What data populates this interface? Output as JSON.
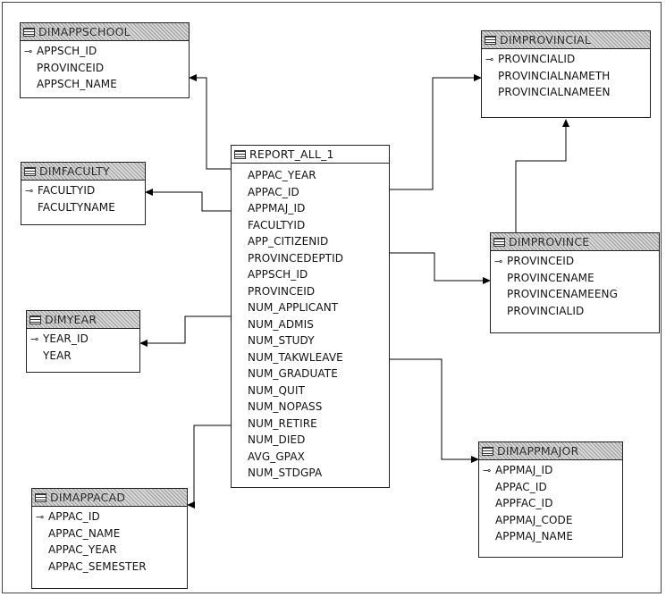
{
  "tables": {
    "dimappschool": {
      "title": "DIMAPPSCHOOL",
      "fields": [
        {
          "name": "APPSCH_ID",
          "key": true
        },
        {
          "name": "PROVINCEID",
          "key": false
        },
        {
          "name": "APPSCH_NAME",
          "key": false
        }
      ]
    },
    "dimprovincial": {
      "title": "DIMPROVINCIAL",
      "fields": [
        {
          "name": "PROVINCIALID",
          "key": true
        },
        {
          "name": "PROVINCIALNAMETH",
          "key": false
        },
        {
          "name": "PROVINCIALNAMEEN",
          "key": false
        }
      ]
    },
    "dimfaculty": {
      "title": "DIMFACULTY",
      "fields": [
        {
          "name": "FACULTYID",
          "key": true
        },
        {
          "name": "FACULTYNAME",
          "key": false
        }
      ]
    },
    "report_all_1": {
      "title": "REPORT_ALL_1",
      "fields": [
        {
          "name": "APPAC_YEAR",
          "key": false
        },
        {
          "name": "APPAC_ID",
          "key": false
        },
        {
          "name": "APPMAJ_ID",
          "key": false
        },
        {
          "name": "FACULTYID",
          "key": false
        },
        {
          "name": "APP_CITIZENID",
          "key": false
        },
        {
          "name": "PROVINCEDEPTID",
          "key": false
        },
        {
          "name": "APPSCH_ID",
          "key": false
        },
        {
          "name": "PROVINCEID",
          "key": false
        },
        {
          "name": "NUM_APPLICANT",
          "key": false
        },
        {
          "name": "NUM_ADMIS",
          "key": false
        },
        {
          "name": "NUM_STUDY",
          "key": false
        },
        {
          "name": "NUM_TAKWLEAVE",
          "key": false
        },
        {
          "name": "NUM_GRADUATE",
          "key": false
        },
        {
          "name": "NUM_QUIT",
          "key": false
        },
        {
          "name": "NUM_NOPASS",
          "key": false
        },
        {
          "name": "NUM_RETIRE",
          "key": false
        },
        {
          "name": "NUM_DIED",
          "key": false
        },
        {
          "name": "AVG_GPAX",
          "key": false
        },
        {
          "name": "NUM_STDGPA",
          "key": false
        }
      ]
    },
    "dimprovince": {
      "title": "DIMPROVINCE",
      "fields": [
        {
          "name": "PROVINCEID",
          "key": true
        },
        {
          "name": "PROVINCENAME",
          "key": false
        },
        {
          "name": "PROVINCENAMEENG",
          "key": false
        },
        {
          "name": "PROVINCIALID",
          "key": false
        }
      ]
    },
    "dimyear": {
      "title": "DIMYEAR",
      "fields": [
        {
          "name": "YEAR_ID",
          "key": true
        },
        {
          "name": "YEAR",
          "key": false
        }
      ]
    },
    "dimappmajor": {
      "title": "DIMAPPMAJOR",
      "fields": [
        {
          "name": "APPMAJ_ID",
          "key": true
        },
        {
          "name": "APPAC_ID",
          "key": false
        },
        {
          "name": "APPFAC_ID",
          "key": false
        },
        {
          "name": "APPMAJ_CODE",
          "key": false
        },
        {
          "name": "APPMAJ_NAME",
          "key": false
        }
      ]
    },
    "dimappacad": {
      "title": "DIMAPPACAD",
      "fields": [
        {
          "name": "APPAC_ID",
          "key": true
        },
        {
          "name": "APPAC_NAME",
          "key": false
        },
        {
          "name": "APPAC_YEAR",
          "key": false
        },
        {
          "name": "APPAC_SEMESTER",
          "key": false
        }
      ]
    }
  },
  "icons": {
    "key": "key-icon",
    "table": "table-icon",
    "arrow": "arrowhead"
  },
  "colors": {
    "line": "#000000",
    "border": "#222222",
    "header_texture": "#b8b8b8"
  }
}
